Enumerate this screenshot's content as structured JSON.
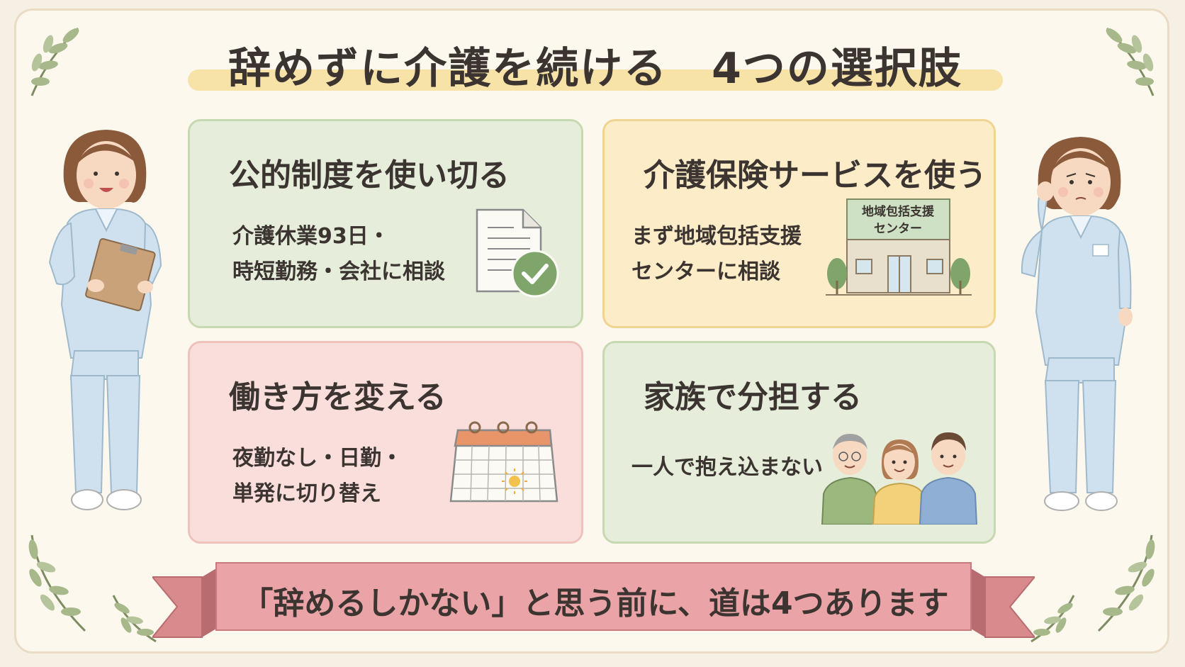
{
  "title": "辞めずに介護を続ける　4つの選択肢",
  "cards": [
    {
      "title": "公的制度を使い切る",
      "lines": [
        "介護休業93日・",
        "時短勤務・会社に相談"
      ],
      "icon": "document-check-icon"
    },
    {
      "title": "介護保険サービスを使う",
      "lines": [
        "まず地域包括支援",
        "センターに相談"
      ],
      "icon": "building-icon",
      "sign": [
        "地域包括支援",
        "センター"
      ]
    },
    {
      "title": "働き方を変える",
      "lines": [
        "夜勤なし・日勤・",
        "単発に切り替え"
      ],
      "icon": "calendar-icon"
    },
    {
      "title": "家族で分担する",
      "lines": [
        "一人で抱え込まない"
      ],
      "icon": "family-icon"
    }
  ],
  "banner": "「辞めるしかない」と思う前に、道は4つあります",
  "colors": {
    "green_card": "#e6eedb",
    "yellow_card": "#fcecc8",
    "pink_card": "#f9dedb",
    "ribbon": "#e9a3a5",
    "title_highlight": "#f7e3a8"
  }
}
